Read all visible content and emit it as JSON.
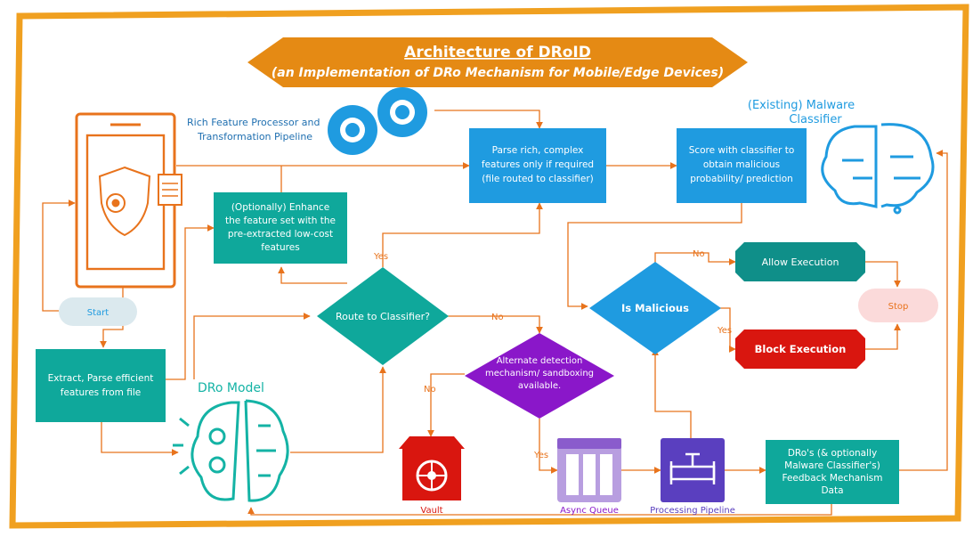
{
  "title": {
    "main": "Architecture of DRoID",
    "sub": "(an Implementation of DRo Mechanism for Mobile/Edge Devices)"
  },
  "labels": {
    "start": "Start",
    "stop": "Stop",
    "rich_feature_1": "Rich Feature Processor and",
    "rich_feature_2": "Transformation Pipeline",
    "malware_classifier_1": "(Existing) Malware",
    "malware_classifier_2": "Classifier",
    "dro_model": "DRo Model",
    "vault": "Vault",
    "async_queue": "Async Queue",
    "processing_pipeline": "Processing Pipeline"
  },
  "boxes": {
    "enhance": [
      "(Optionally) Enhance",
      "the feature set with the",
      "pre-extracted low-cost",
      "features"
    ],
    "parse_rich": [
      "Parse rich, complex",
      "features only if required",
      "(file routed to classifier)"
    ],
    "score": [
      "Score with classifier to",
      "obtain malicious",
      "probability/ prediction"
    ],
    "extract": [
      "Extract, Parse efficient",
      "features from file"
    ],
    "allow": "Allow Execution",
    "block": "Block Execution",
    "feedback": [
      "DRo's (& optionally",
      "Malware Classifier's)",
      "Feedback Mechanism",
      "Data"
    ]
  },
  "decisions": {
    "route": "Route to Classifier?",
    "malicious": "Is Malicious",
    "alternate": [
      "Alternate detection",
      "mechanism/ sandboxing",
      "available."
    ]
  },
  "edge_labels": {
    "yes_route": "Yes",
    "no_route": "No",
    "no_alt": "No",
    "yes_alt": "Yes",
    "no_mal": "No",
    "yes_mal": "Yes"
  },
  "colors": {
    "orange": "#e8731c",
    "teal": "#0fa89b",
    "blue": "#1f9be0",
    "purple": "#8a17c9",
    "red": "#d9160f",
    "pill": "#dbe9ee",
    "stop_pill": "#fbdada",
    "banner": "#e58a14"
  }
}
